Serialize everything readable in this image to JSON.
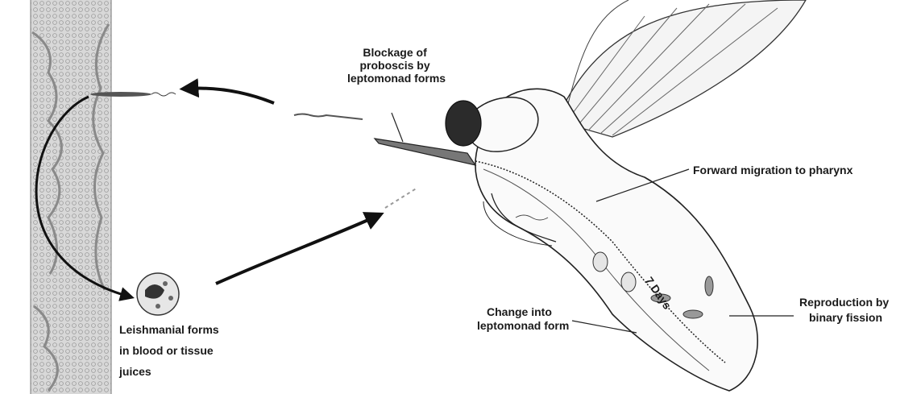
{
  "labels": {
    "blockage": [
      "Blockage of",
      "proboscis by",
      "leptomonad forms"
    ],
    "forward_migration": "Forward migration to pharynx",
    "days": "7 Days",
    "reproduction": [
      "Reproduction by",
      "binary fission"
    ],
    "change": [
      "Change into",
      "leptomonad form"
    ],
    "leishmanial": [
      "Leishmanial forms",
      "in blood or tissue",
      "juices"
    ]
  }
}
